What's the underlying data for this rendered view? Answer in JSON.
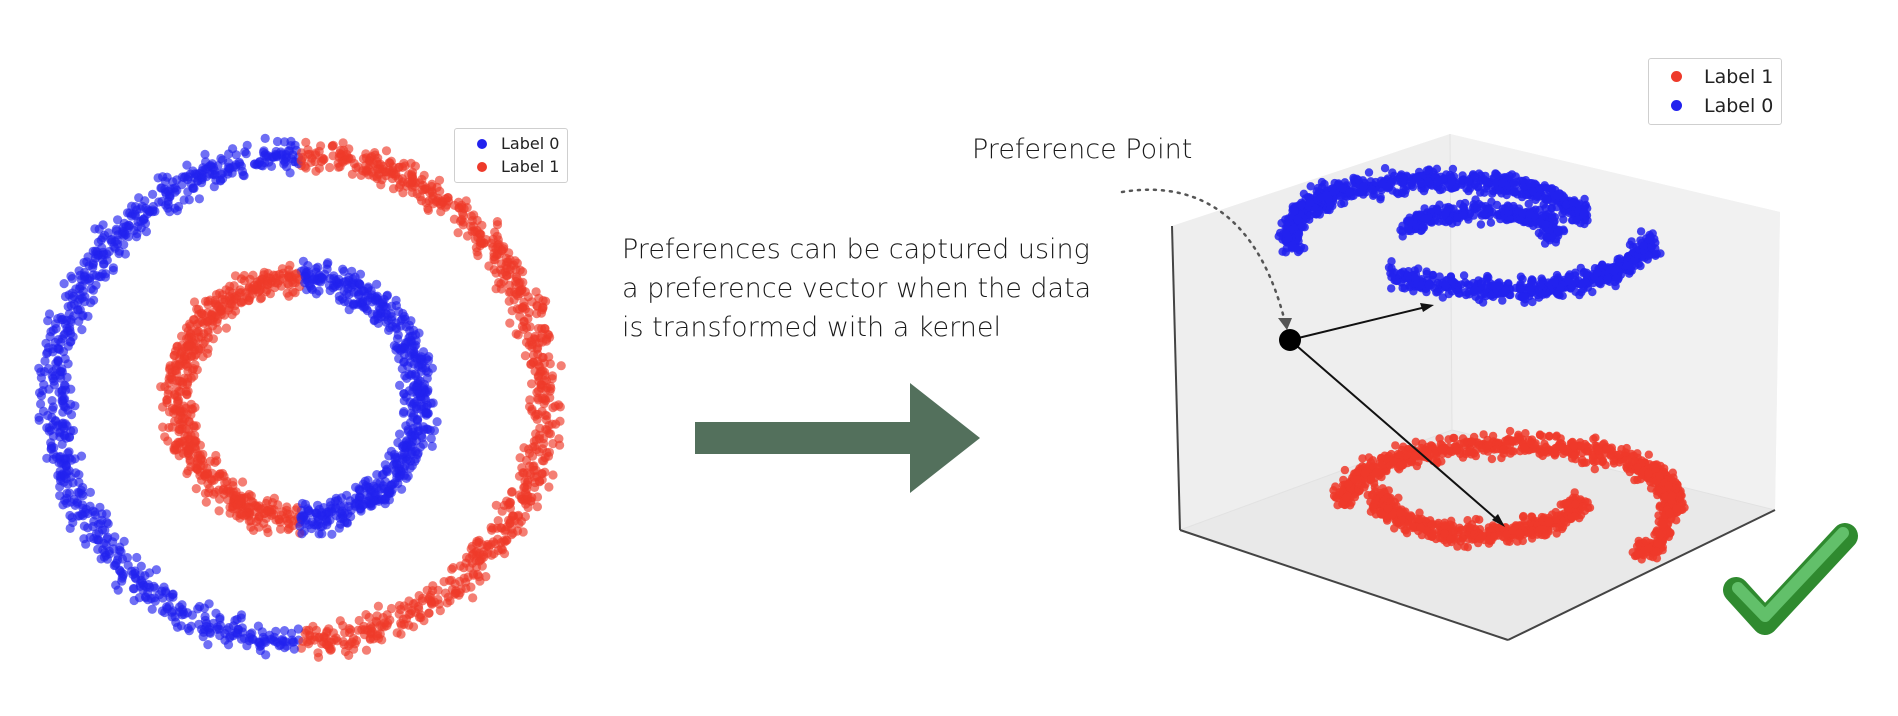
{
  "colors": {
    "label_0": "#2222ee",
    "label_1": "#ee3a2a",
    "arrow": "#53705c",
    "check": "#3a9a3a",
    "point": "#000000"
  },
  "left_plot": {
    "legend": [
      {
        "label": "Label 0",
        "color": "#2222ee"
      },
      {
        "label": "Label 1",
        "color": "#ee3a2a"
      }
    ]
  },
  "caption": {
    "lines": [
      "Preferences can be captured using",
      "a preference vector when the data",
      "is transformed with a kernel"
    ]
  },
  "right_plot": {
    "annotation": "Preference Point",
    "legend": [
      {
        "label": "Label 1",
        "color": "#ee3a2a"
      },
      {
        "label": "Label 0",
        "color": "#2222ee"
      }
    ]
  },
  "icons": {
    "transform_arrow": "right-arrow-icon",
    "success": "checkmark-icon"
  }
}
